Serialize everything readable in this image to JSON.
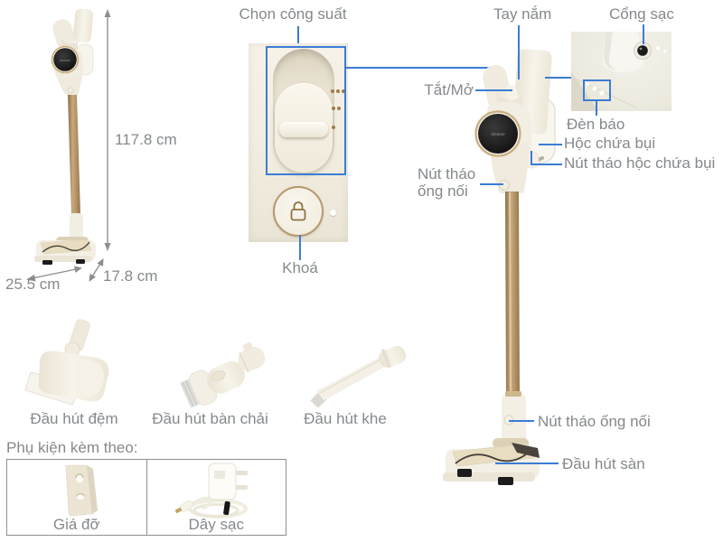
{
  "brand": "dreame",
  "colors": {
    "accent_blue": "#3b7cd6",
    "text_gray": "#85898c",
    "tube_gold": "#b6975f"
  },
  "dimensions": {
    "height": "117.8 cm",
    "width": "25.5 cm",
    "depth": "17.8 cm"
  },
  "panel": {
    "power_select_label": "Chọn công suất",
    "lock_label": "Khoá"
  },
  "callouts": {
    "handle": "Tay nắm",
    "charge_port": "Cổng sạc",
    "power_switch": "Tắt/Mở",
    "indicator_light": "Đèn báo",
    "dust_bin": "Hộc chứa bụi",
    "dust_bin_release": "Nút tháo hộc chứa bụi",
    "tube_release_top_line1": "Nút tháo",
    "tube_release_top_line2": "ống nối",
    "tube_release_bottom": "Nút tháo ống nối",
    "floor_head": "Đầu hút sàn"
  },
  "attachments": [
    {
      "label": "Đầu hút đệm"
    },
    {
      "label": "Đầu hút bàn chải"
    },
    {
      "label": "Đầu hút khe"
    }
  ],
  "included": {
    "title": "Phụ kiện kèm theo:",
    "items": [
      {
        "label": "Giá đỡ"
      },
      {
        "label": "Dây sạc"
      }
    ]
  }
}
